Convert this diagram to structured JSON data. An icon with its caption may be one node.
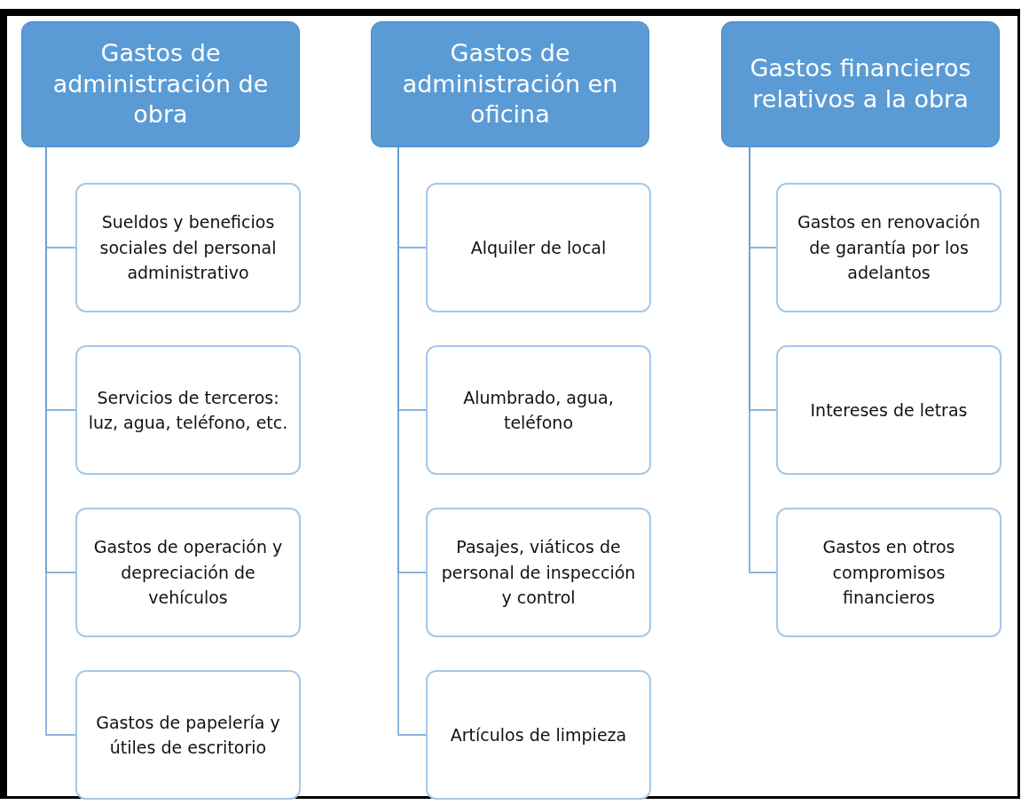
{
  "diagram": {
    "nodes": [
      {
        "text": [
          "Gastos de administración de obra"
        ]
      },
      {
        "text": [
          "Sueldos y beneficios sociales del personal administrativo"
        ]
      },
      {
        "text": [
          "Servicios de terceros: luz, agua, teléfono, etc."
        ]
      },
      {
        "text": [
          "Gastos de operación y depreciación de vehículos"
        ]
      },
      {
        "text": [
          "Gastos de papelería y útiles de escritorio"
        ]
      },
      {
        "text": [
          "Gastos de administración en oficina"
        ]
      },
      {
        "text": [
          "Alquiler de local"
        ]
      },
      {
        "text": [
          "Alumbrado, agua, teléfono"
        ]
      },
      {
        "text": [
          "Pasajes, viáticos de personal de inspección y control"
        ]
      },
      {
        "text": [
          "Artículos de limpieza"
        ]
      },
      {
        "text": [
          "Gastos financieros relativos a la obra"
        ]
      },
      {
        "text": [
          "Gastos en renovación de garantía por los adelantos"
        ]
      },
      {
        "text": [
          "Intereses de letras"
        ]
      },
      {
        "text": [
          "Gastos en otros compromisos financieros"
        ]
      }
    ],
    "edges": [
      {
        "from": 0,
        "to": 1,
        "arrow": "none"
      },
      {
        "from": 0,
        "to": 2,
        "arrow": "none"
      },
      {
        "from": 0,
        "to": 3,
        "arrow": "none"
      },
      {
        "from": 0,
        "to": 4,
        "arrow": "none"
      },
      {
        "from": 5,
        "to": 6,
        "arrow": "none"
      },
      {
        "from": 5,
        "to": 7,
        "arrow": "none"
      },
      {
        "from": 5,
        "to": 8,
        "arrow": "none"
      },
      {
        "from": 5,
        "to": 9,
        "arrow": "none"
      },
      {
        "from": 10,
        "to": 11,
        "arrow": "none"
      },
      {
        "from": 10,
        "to": 12,
        "arrow": "none"
      },
      {
        "from": 10,
        "to": 13,
        "arrow": "none"
      }
    ]
  }
}
